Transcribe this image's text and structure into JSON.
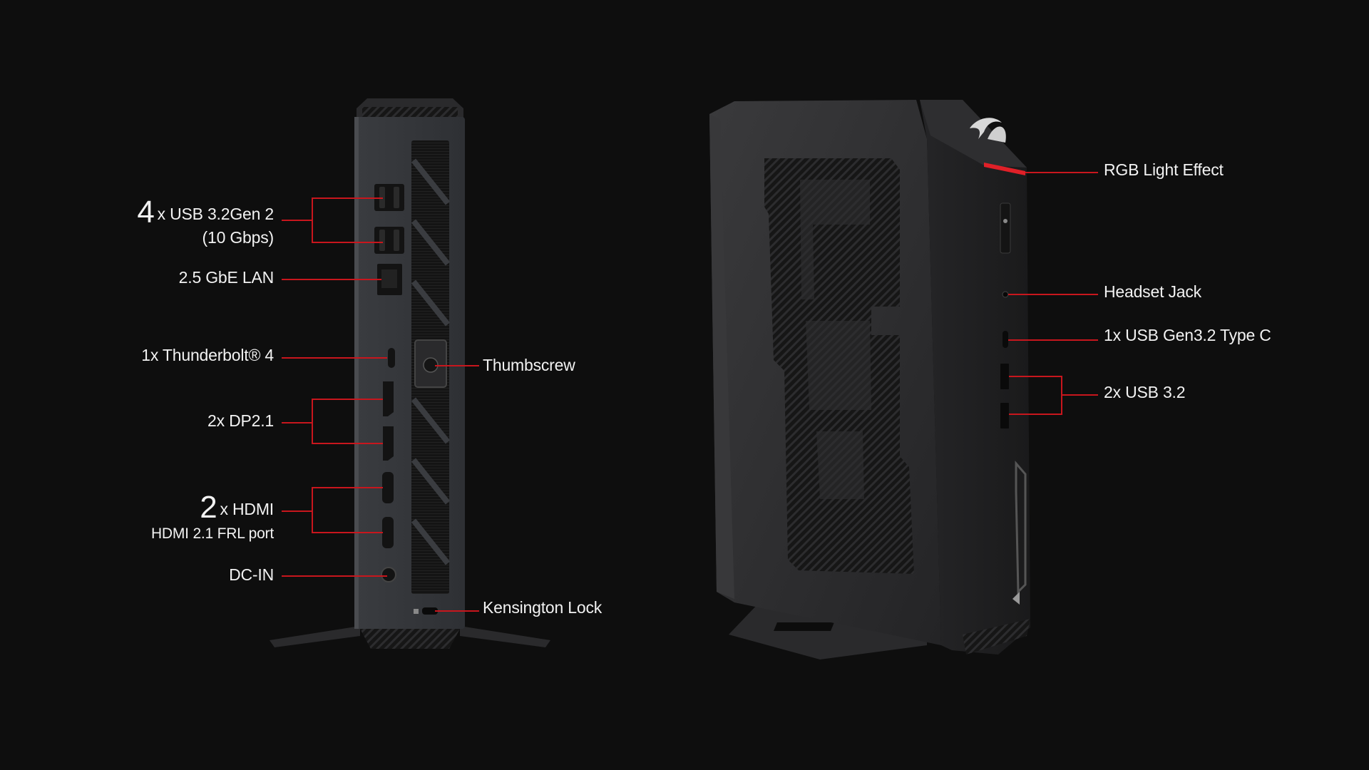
{
  "background_color": "#0e0e0e",
  "accent_color": "#c8161d",
  "rear_view": {
    "labels": {
      "usb": {
        "count": "4",
        "text": "x USB 3.2Gen 2",
        "sub": "(10 Gbps)"
      },
      "lan": "2.5 GbE LAN",
      "thunderbolt": "1x Thunderbolt® 4",
      "dp": "2x DP2.1",
      "hdmi": {
        "count": "2",
        "text": "x HDMI",
        "sub": "HDMI 2.1 FRL port"
      },
      "dc_in": "DC-IN",
      "thumbscrew": "Thumbscrew",
      "kensington": "Kensington Lock"
    }
  },
  "side_view": {
    "labels": {
      "rgb": "RGB Light Effect",
      "headset": "Headset Jack",
      "usb_c": "1x USB Gen3.2 Type C",
      "usb_a": "2x USB 3.2"
    }
  }
}
